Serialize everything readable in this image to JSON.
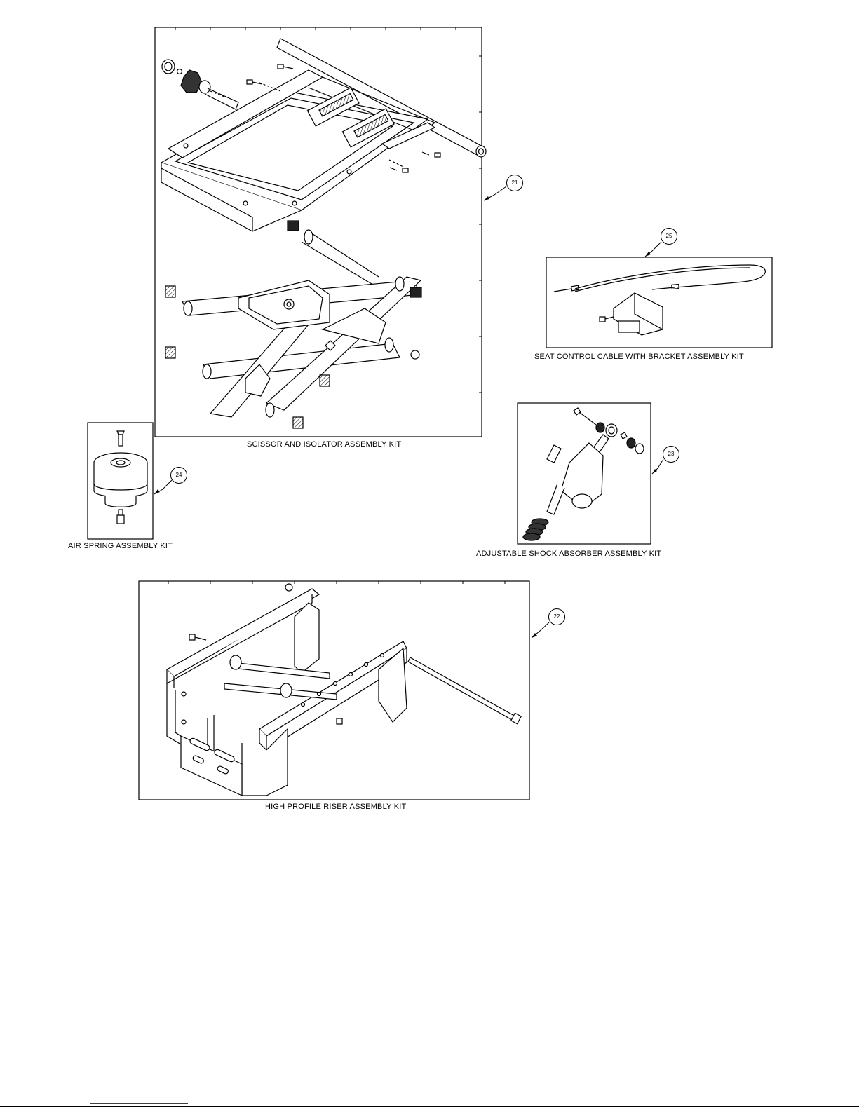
{
  "kits": [
    {
      "callout": "21",
      "caption": "SCISSOR AND ISOLATOR ASSEMBLY KIT"
    },
    {
      "callout": "25",
      "caption": "SEAT CONTROL CABLE WITH BRACKET ASSEMBLY KIT"
    },
    {
      "callout": "24",
      "caption": "AIR SPRING ASSEMBLY KIT"
    },
    {
      "callout": "23",
      "caption": "ADJUSTABLE SHOCK ABSORBER ASSEMBLY KIT"
    },
    {
      "callout": "22",
      "caption": "HIGH PROFILE RISER ASSEMBLY KIT"
    }
  ]
}
